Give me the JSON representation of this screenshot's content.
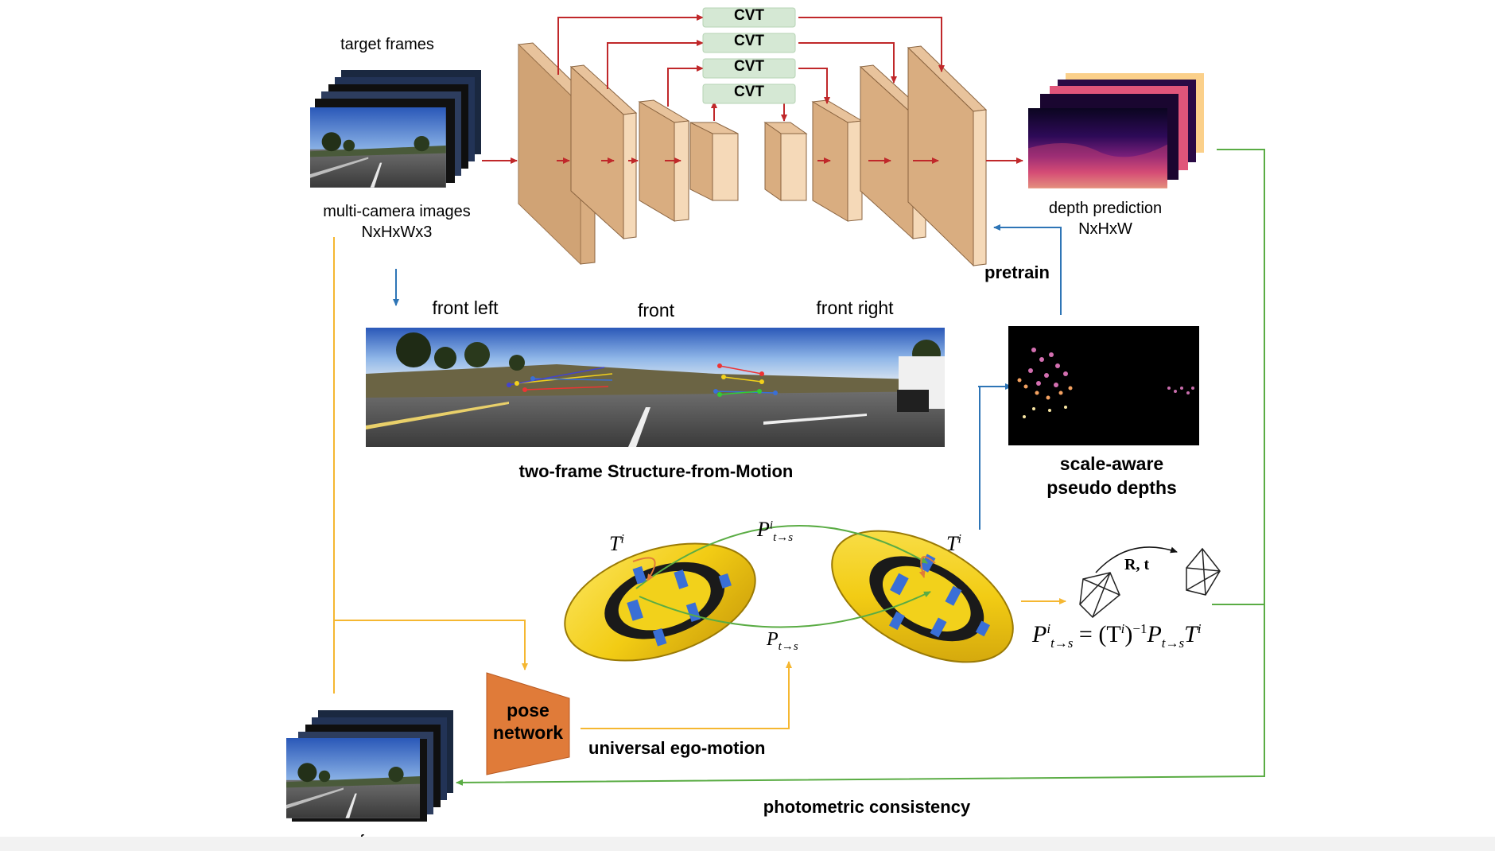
{
  "labels": {
    "target_frames": "target frames",
    "multi_camera_images": "multi-camera images",
    "input_shape": "NxHxWx3",
    "cvt": [
      "CVT",
      "CVT",
      "CVT",
      "CVT"
    ],
    "depth_prediction": "depth prediction",
    "output_shape": "NxHxW",
    "pretrain": "pretrain",
    "front_left": "front left",
    "front": "front",
    "front_right": "front right",
    "sfm": "two-frame Structure-from-Motion",
    "pseudo_depths_line1": "scale-aware",
    "pseudo_depths_line2": "pseudo depths",
    "pose_network_line1": "pose",
    "pose_network_line2": "network",
    "ego_motion": "universal ego-motion",
    "photometric": "photometric consistency",
    "source_frames": "source frames",
    "T_i_left": "T",
    "T_i_right": "T",
    "sup_i": "i",
    "P_top": "P",
    "P_top_sub": "t→s",
    "P_bottom": "P",
    "P_bottom_sub": "t→s",
    "R_t": "R, t",
    "equation_lhs": "P",
    "equation_lhs_sub": "t→s",
    "equation_rhs": "= (T",
    "equation_inv": ")",
    "equation_exp": "−1",
    "equation_P": "P",
    "equation_P_sub": "t→s",
    "equation_T": "T"
  },
  "colors": {
    "red_arrow": "#c0282a",
    "blue_arrow": "#2e75b6",
    "yellow_arrow": "#f5b731",
    "green_arrow": "#5aac44",
    "cvt_fill": "#d5e8d4",
    "block_front": "#f5d9b8",
    "block_side": "#d9ad80",
    "block_top": "#e8c39c",
    "pose_fill": "#e07b39",
    "car_yellow": "#f2d11b",
    "camera_blue": "#3a6fd6"
  }
}
